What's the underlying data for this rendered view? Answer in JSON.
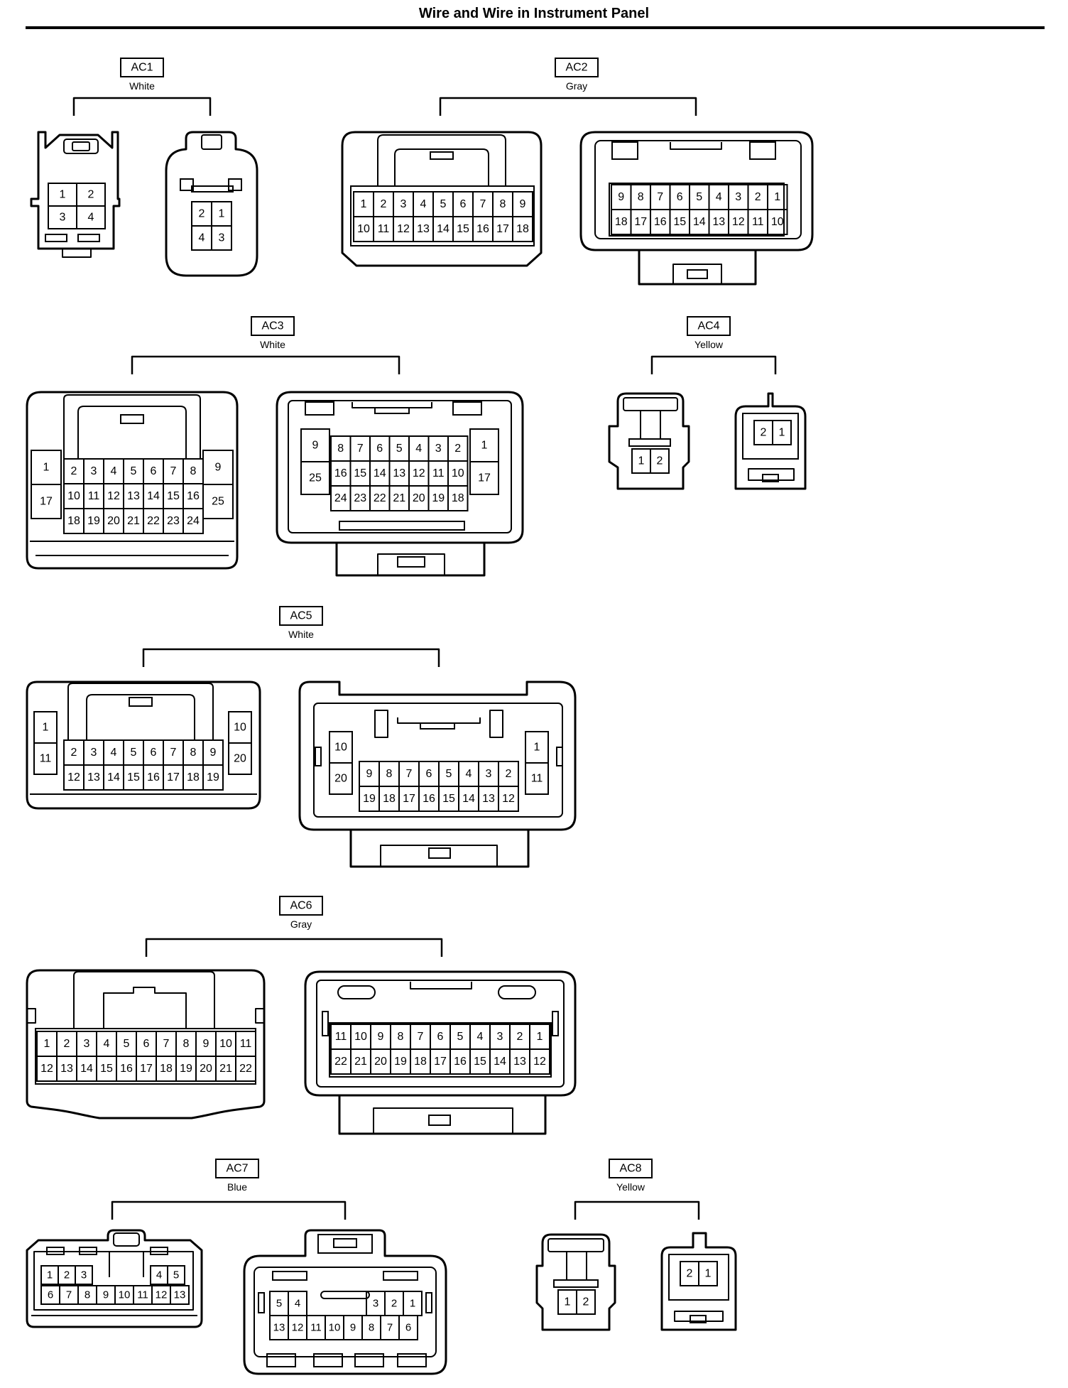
{
  "page_title": "Wire and Wire in Instrument Panel",
  "colors": {
    "ink": "#000000",
    "paper": "#ffffff"
  },
  "connectors": [
    {
      "code": "AC1",
      "color": "White",
      "views": [
        {
          "rows": [
            [
              "1",
              "2"
            ],
            [
              "3",
              "4"
            ]
          ]
        },
        {
          "rows": [
            [
              "2",
              "1"
            ],
            [
              "4",
              "3"
            ]
          ]
        }
      ]
    },
    {
      "code": "AC2",
      "color": "Gray",
      "views": [
        {
          "rows": [
            [
              "1",
              "2",
              "3",
              "4",
              "5",
              "6",
              "7",
              "8",
              "9"
            ],
            [
              "10",
              "11",
              "12",
              "13",
              "14",
              "15",
              "16",
              "17",
              "18"
            ]
          ]
        },
        {
          "rows": [
            [
              "9",
              "8",
              "7",
              "6",
              "5",
              "4",
              "3",
              "2",
              "1"
            ],
            [
              "18",
              "17",
              "16",
              "15",
              "14",
              "13",
              "12",
              "11",
              "10"
            ]
          ]
        }
      ]
    },
    {
      "code": "AC3",
      "color": "White",
      "views": [
        {
          "rows": [
            [
              "2",
              "3",
              "4",
              "5",
              "6",
              "7",
              "8"
            ],
            [
              "10",
              "11",
              "12",
              "13",
              "14",
              "15",
              "16"
            ],
            [
              "18",
              "19",
              "20",
              "21",
              "22",
              "23",
              "24"
            ]
          ],
          "left": [
            "1",
            "17"
          ],
          "right": [
            "9",
            "25"
          ]
        },
        {
          "rows": [
            [
              "8",
              "7",
              "6",
              "5",
              "4",
              "3",
              "2"
            ],
            [
              "16",
              "15",
              "14",
              "13",
              "12",
              "11",
              "10"
            ],
            [
              "24",
              "23",
              "22",
              "21",
              "20",
              "19",
              "18"
            ]
          ],
          "left": [
            "9",
            "25"
          ],
          "right": [
            "1",
            "17"
          ]
        }
      ]
    },
    {
      "code": "AC4",
      "color": "Yellow",
      "views": [
        {
          "rows": [
            [
              "1",
              "2"
            ]
          ]
        },
        {
          "rows": [
            [
              "2",
              "1"
            ]
          ]
        }
      ]
    },
    {
      "code": "AC5",
      "color": "White",
      "views": [
        {
          "rows": [
            [
              "2",
              "3",
              "4",
              "5",
              "6",
              "7",
              "8",
              "9"
            ],
            [
              "12",
              "13",
              "14",
              "15",
              "16",
              "17",
              "18",
              "19"
            ]
          ],
          "left": [
            "1",
            "11"
          ],
          "right": [
            "10",
            "20"
          ]
        },
        {
          "rows": [
            [
              "9",
              "8",
              "7",
              "6",
              "5",
              "4",
              "3",
              "2"
            ],
            [
              "19",
              "18",
              "17",
              "16",
              "15",
              "14",
              "13",
              "12"
            ]
          ],
          "left": [
            "10",
            "20"
          ],
          "right": [
            "1",
            "11"
          ]
        }
      ]
    },
    {
      "code": "AC6",
      "color": "Gray",
      "views": [
        {
          "rows": [
            [
              "1",
              "2",
              "3",
              "4",
              "5",
              "6",
              "7",
              "8",
              "9",
              "10",
              "11"
            ],
            [
              "12",
              "13",
              "14",
              "15",
              "16",
              "17",
              "18",
              "19",
              "20",
              "21",
              "22"
            ]
          ]
        },
        {
          "rows": [
            [
              "11",
              "10",
              "9",
              "8",
              "7",
              "6",
              "5",
              "4",
              "3",
              "2",
              "1"
            ],
            [
              "22",
              "21",
              "20",
              "19",
              "18",
              "17",
              "16",
              "15",
              "14",
              "13",
              "12"
            ]
          ]
        }
      ]
    },
    {
      "code": "AC7",
      "color": "Blue",
      "views": [
        {
          "rows_top_left": [
            "1",
            "2",
            "3"
          ],
          "rows_top_right": [
            "4",
            "5"
          ],
          "rows_bottom": [
            "6",
            "7",
            "8",
            "9",
            "10",
            "11",
            "12",
            "13"
          ]
        },
        {
          "rows_top_left": [
            "5",
            "4"
          ],
          "rows_top_right": [
            "3",
            "2",
            "1"
          ],
          "rows_bottom": [
            "13",
            "12",
            "11",
            "10",
            "9",
            "8",
            "7",
            "6"
          ]
        }
      ]
    },
    {
      "code": "AC8",
      "color": "Yellow",
      "views": [
        {
          "rows": [
            [
              "1",
              "2"
            ]
          ]
        },
        {
          "rows": [
            [
              "2",
              "1"
            ]
          ]
        }
      ]
    }
  ]
}
